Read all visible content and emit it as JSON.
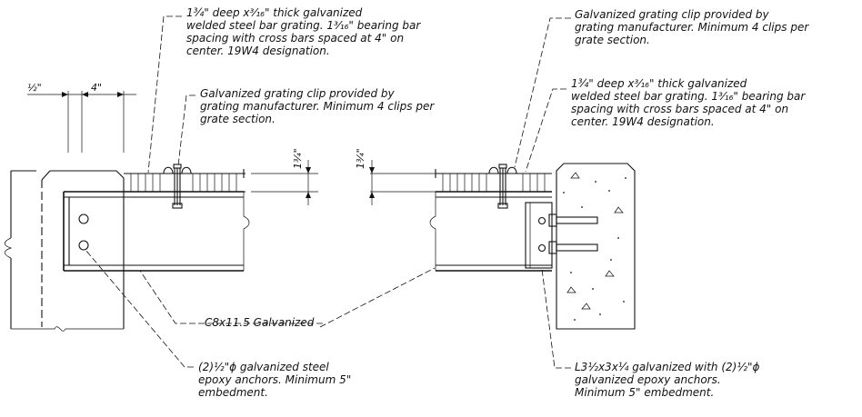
{
  "labels": {
    "grating_left": [
      "1¾\" deep x³⁄₁₆\" thick galvanized",
      "welded steel bar grating.  1³⁄₁₆\" bearing bar",
      "spacing with cross bars spaced at 4\" on",
      "center.  19W4 designation."
    ],
    "clip_left": [
      "Galvanized grating clip provided by",
      "grating manufacturer.  Minimum 4 clips per",
      "grate section."
    ],
    "clip_right": [
      "Galvanized grating clip provided by",
      "grating manufacturer.  Minimum 4 clips per",
      "grate section."
    ],
    "grating_right": [
      "1¾\" deep x³⁄₁₆\" thick galvanized",
      "welded steel bar grating.  1³⁄₁₆\" bearing bar",
      "spacing with cross bars spaced at 4\" on",
      "center.  19W4 designation."
    ],
    "channel": "C8x11.5 Galvanized",
    "anchors_left": [
      "(2)½\"ϕ galvanized steel",
      "epoxy anchors.  Minimum 5\"",
      "embedment."
    ],
    "angle_right": [
      "L3½x3x¼ galvanized with (2)½\"ϕ",
      "galvanized epoxy anchors.",
      "Minimum 5\" embedment."
    ]
  },
  "dimensions": {
    "half_inch": "½\"",
    "four_inch": "4\"",
    "depth_left": "1¾\"",
    "depth_right": "1¾\""
  }
}
